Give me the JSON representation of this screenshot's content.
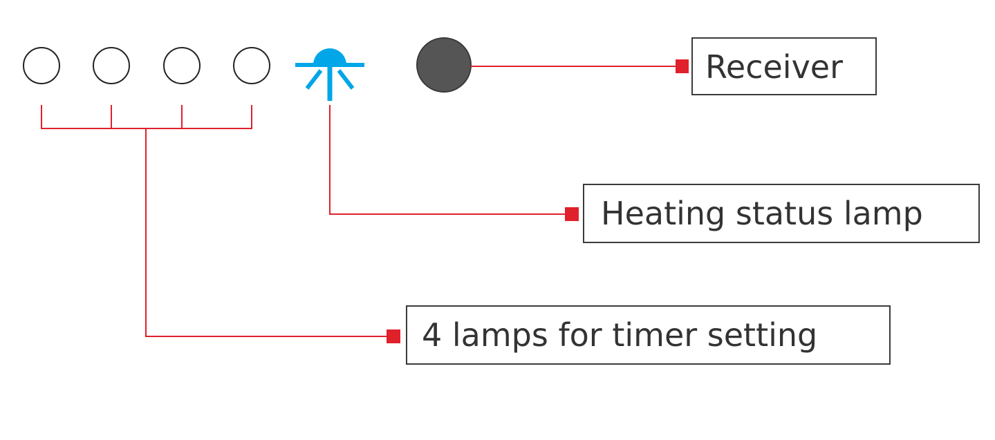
{
  "labels": {
    "receiver": "Receiver",
    "heating_status_lamp": "Heating status lamp",
    "timer_lamps": "4 lamps for timer setting"
  },
  "colors": {
    "leader_line": "#e0202a",
    "heating_lamp": "#00a6e8",
    "receiver": "#555555",
    "timer_lamp_stroke": "#222222"
  },
  "icons": {
    "timer_lamp": "circle-outline",
    "heating_lamp": "light-bulb-icon",
    "receiver": "filled-circle"
  }
}
